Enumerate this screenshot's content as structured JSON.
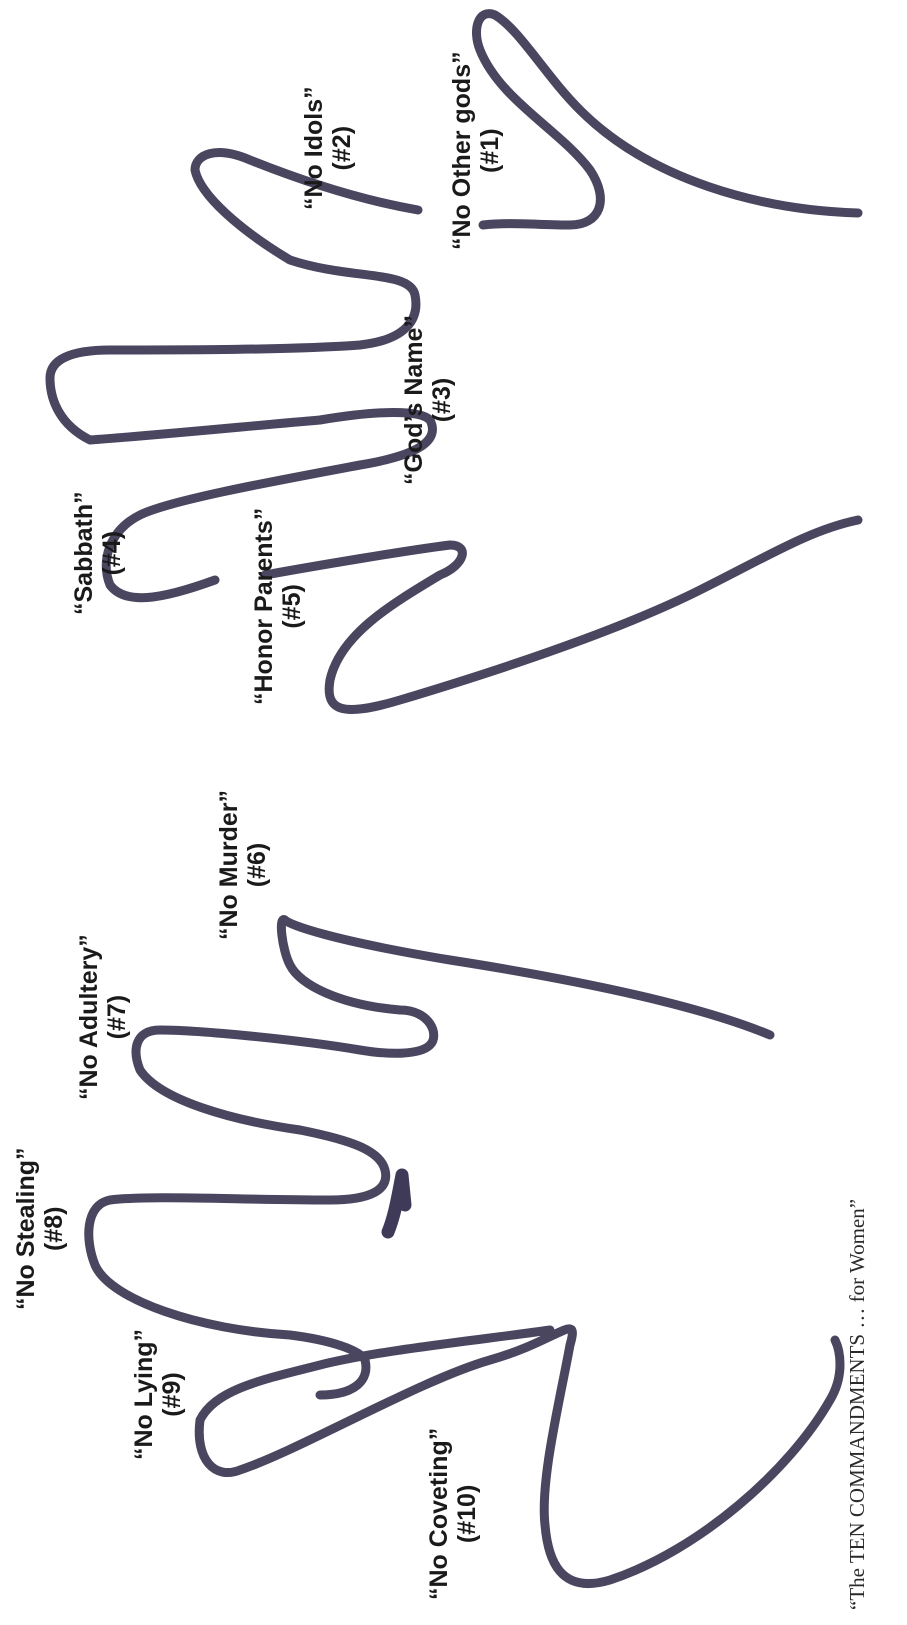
{
  "labels": [
    {
      "title": "“No Other gods”",
      "number": "(#1)"
    },
    {
      "title": "“No Idols”",
      "number": "(#2)"
    },
    {
      "title": "“God’s Name”",
      "number": "(#3)"
    },
    {
      "title": "“Sabbath”",
      "number": "(#4)"
    },
    {
      "title": "“Honor Parents”",
      "number": "(#5)"
    },
    {
      "title": "“No Murder”",
      "number": "(#6)"
    },
    {
      "title": "“No Adultery”",
      "number": "(#7)"
    },
    {
      "title": "“No Stealing”",
      "number": "(#8)"
    },
    {
      "title": "“No Lying”",
      "number": "(#9)"
    },
    {
      "title": "“No Coveting”",
      "number": "(#10)"
    }
  ],
  "caption": "“The TEN COMMANDMENTS … for Women”",
  "colors": {
    "outline": "#4a4660",
    "text": "#1a1a1a"
  }
}
